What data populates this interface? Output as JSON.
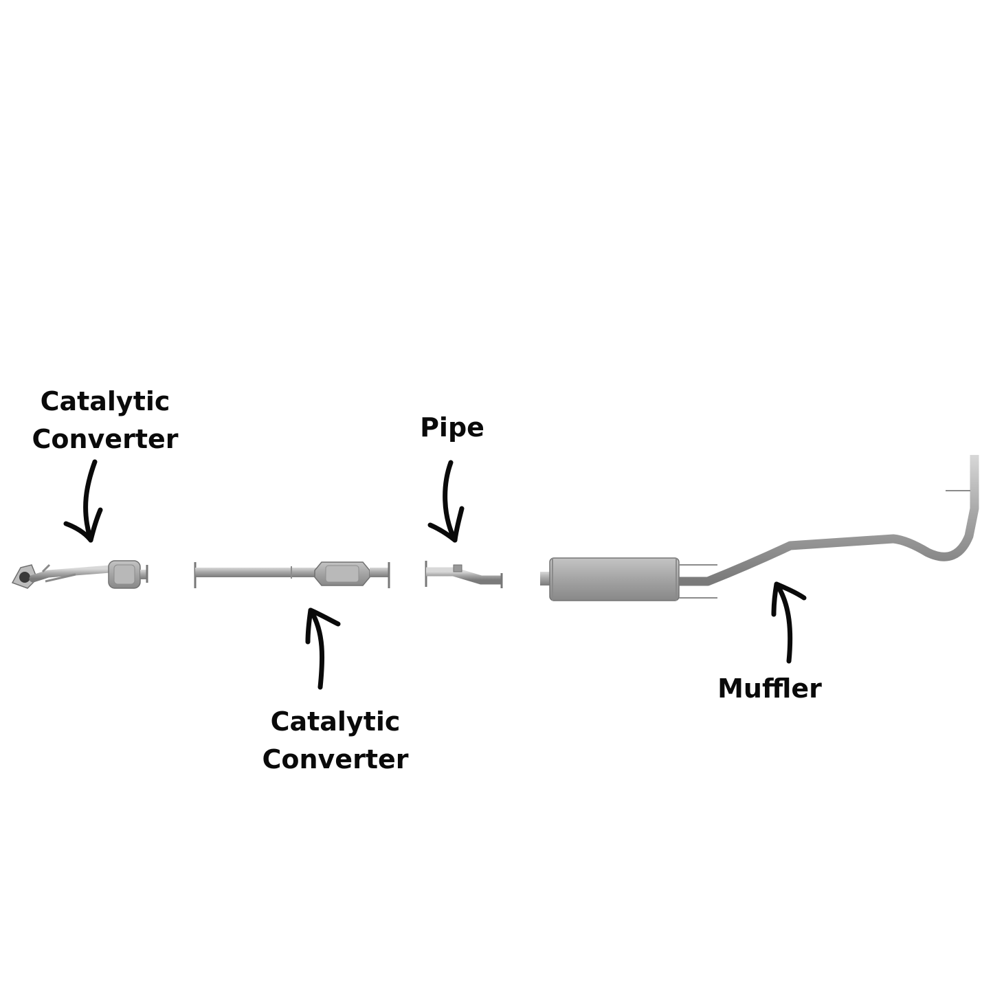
{
  "labels": {
    "catalytic_converter_front": {
      "line1": "Catalytic",
      "line2": "Converter"
    },
    "catalytic_converter_mid": {
      "line1": "Catalytic",
      "line2": "Converter"
    },
    "pipe": {
      "text": "Pipe"
    },
    "muffler": {
      "text": "Muffler"
    }
  },
  "colors": {
    "background": "#ffffff",
    "metal": "#a9a9a9",
    "metal_dark": "#7d7d7d",
    "metal_light": "#cfcfcf",
    "arrow": "#0a0a0a"
  }
}
